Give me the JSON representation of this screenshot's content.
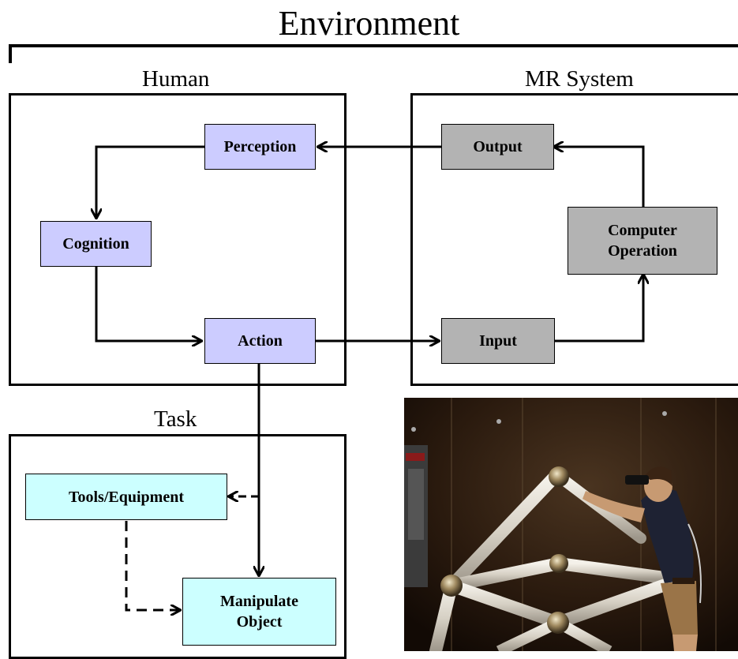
{
  "environment": {
    "title": "Environment"
  },
  "human": {
    "title": "Human",
    "perception": "Perception",
    "cognition": "Cognition",
    "action": "Action"
  },
  "mr_system": {
    "title": "MR System",
    "output": "Output",
    "computer_operation_line1": "Computer",
    "computer_operation_line2": "Operation",
    "input": "Input"
  },
  "task": {
    "title": "Task",
    "tools": "Tools/Equipment",
    "manipulate_line1": "Manipulate",
    "manipulate_line2": "Object"
  },
  "colors": {
    "human_node": "#ccccff",
    "mr_node": "#b3b3b3",
    "task_node": "#ccffff"
  },
  "photo": {
    "subject": "person wearing head-mounted display assembling a pipe frame structure"
  }
}
